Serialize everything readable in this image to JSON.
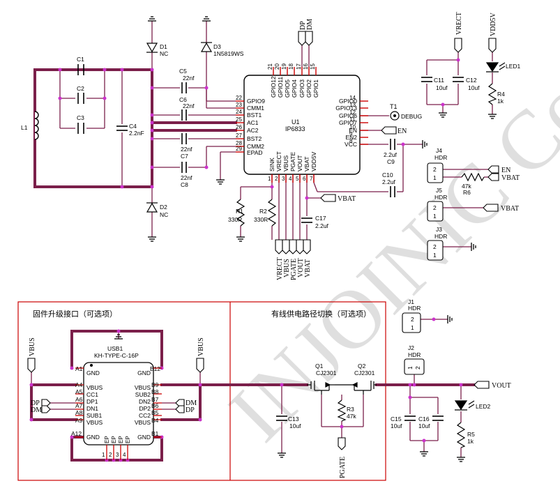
{
  "watermark": "INJOINIC Corp.",
  "colors": {
    "wire": "#7b1f4a",
    "thin": "#000000",
    "junction": "#cc33cc",
    "pin": "#cc0000",
    "border": "#cc0000",
    "ic_fill": "#ffffff"
  },
  "u1": {
    "ref": "U1",
    "part": "IP6833",
    "left_pins": [
      {
        "num": "22",
        "name": "GPIO9"
      },
      {
        "num": "23",
        "name": "CMM1"
      },
      {
        "num": "24",
        "name": "BST1"
      },
      {
        "num": "25",
        "name": "AC1"
      },
      {
        "num": "26",
        "name": "AC2"
      },
      {
        "num": "27",
        "name": "BST2"
      },
      {
        "num": "28",
        "name": "CMM2"
      },
      {
        "num": "29",
        "name": "EPAD"
      }
    ],
    "right_pins": [
      {
        "num": "14",
        "name": "GPIO0"
      },
      {
        "num": "13",
        "name": "GPIO13"
      },
      {
        "num": "12",
        "name": "GPIO6"
      },
      {
        "num": "11",
        "name": "GPIO7"
      },
      {
        "num": "10",
        "name": "EN"
      },
      {
        "num": "9",
        "name": "EN2"
      },
      {
        "num": "8",
        "name": "VCC"
      }
    ],
    "top_pins": [
      {
        "num": "21",
        "name": "GPIO12"
      },
      {
        "num": "20",
        "name": "GPIO11"
      },
      {
        "num": "19",
        "name": "GPIO5"
      },
      {
        "num": "18",
        "name": "GPIO4"
      },
      {
        "num": "17",
        "name": "GPIO3"
      },
      {
        "num": "16",
        "name": "GPIO2"
      },
      {
        "num": "15",
        "name": "GPIO1"
      }
    ],
    "bottom_pins": [
      {
        "num": "1",
        "name": "SINK"
      },
      {
        "num": "2",
        "name": "VRECT"
      },
      {
        "num": "3",
        "name": "VBUS"
      },
      {
        "num": "4",
        "name": "PGATE"
      },
      {
        "num": "5",
        "name": "VOUT"
      },
      {
        "num": "6",
        "name": "VBAT"
      },
      {
        "num": "7",
        "name": "VDD5V"
      }
    ]
  },
  "components": {
    "c1": {
      "ref": "C1"
    },
    "c2": {
      "ref": "C2"
    },
    "c3": {
      "ref": "C3"
    },
    "c4": {
      "ref": "C4",
      "value": "2.2nF"
    },
    "c5": {
      "ref": "C5",
      "value": "22nf"
    },
    "c6": {
      "ref": "C6",
      "value": "22nf"
    },
    "c7": {
      "ref": "C7",
      "value": "22nf"
    },
    "c8": {
      "ref": "C8",
      "value": "22nf"
    },
    "c9": {
      "ref": "C9",
      "value": "2.2uf"
    },
    "c10": {
      "ref": "C10",
      "value": "2.2uf"
    },
    "c11": {
      "ref": "C11",
      "value": "10uf"
    },
    "c12": {
      "ref": "C12",
      "value": "10uf"
    },
    "c13": {
      "ref": "C13",
      "value": "10uf"
    },
    "c15": {
      "ref": "C15",
      "value": "10uf"
    },
    "c16": {
      "ref": "C16",
      "value": "10uf"
    },
    "c17": {
      "ref": "C17",
      "value": "2.2uf"
    },
    "l1": {
      "ref": "L1"
    },
    "d1": {
      "ref": "D1",
      "value": "NC"
    },
    "d2": {
      "ref": "D2",
      "value": "NC"
    },
    "d3": {
      "ref": "D3",
      "value": "1N5819WS"
    },
    "r1": {
      "ref": "R1",
      "value": "330R"
    },
    "r2": {
      "ref": "R2",
      "value": "330R"
    },
    "r3": {
      "ref": "R3",
      "value": "47k"
    },
    "r4": {
      "ref": "R4",
      "value": "1k"
    },
    "r5": {
      "ref": "R5",
      "value": "1k"
    },
    "r6": {
      "ref": "R6",
      "value": "47k"
    },
    "led1": {
      "ref": "LED1"
    },
    "led2": {
      "ref": "LED2"
    },
    "t1": {
      "ref": "T1",
      "label": "DEBUG"
    },
    "q1": {
      "ref": "Q1",
      "part": "CJ2301"
    },
    "q2": {
      "ref": "Q2",
      "part": "CJ2301"
    },
    "j1": {
      "ref": "J1",
      "type": "HDR"
    },
    "j2": {
      "ref": "J2",
      "type": "HDR"
    },
    "j3": {
      "ref": "J3",
      "type": "HDR"
    },
    "j4": {
      "ref": "J4",
      "type": "HDR"
    },
    "j5": {
      "ref": "J5",
      "type": "HDR"
    }
  },
  "net_labels": {
    "dp": "DP",
    "dm": "DM",
    "vrect": "VRECT",
    "vdd5v": "VDD5V",
    "en": "EN",
    "vbat": "VBAT",
    "vbus": "VBUS",
    "pgate": "PGATE",
    "vout": "VOUT"
  },
  "usb": {
    "ref": "USB1",
    "part": "KH-TYPE-C-16P",
    "left_pins": [
      {
        "num": "A1",
        "name": "GND"
      },
      {
        "num": "A4",
        "name": "VBUS"
      },
      {
        "num": "A5",
        "name": "CC1"
      },
      {
        "num": "A6",
        "name": "DP1"
      },
      {
        "num": "A7",
        "name": "DN1"
      },
      {
        "num": "A8",
        "name": "SUB1"
      },
      {
        "num": "A9",
        "name": "VBUS"
      },
      {
        "num": "A12",
        "name": "GND"
      }
    ],
    "right_pins": [
      {
        "num": "B12",
        "name": "GND"
      },
      {
        "num": "B9",
        "name": "VBUS"
      },
      {
        "num": "B8",
        "name": "SUB2"
      },
      {
        "num": "B7",
        "name": "DN2"
      },
      {
        "num": "B6",
        "name": "DP2"
      },
      {
        "num": "B5",
        "name": "CC2"
      },
      {
        "num": "B4",
        "name": "VBUS"
      },
      {
        "num": "B1",
        "name": "GND"
      }
    ],
    "ep_pins": [
      "EP",
      "EP",
      "EP",
      "EP"
    ],
    "ep_nums": [
      "1",
      "2",
      "3",
      "4"
    ]
  },
  "sections": {
    "firmware": "固件升级接口（可选项）",
    "wired": "有线供电路径切换（可选项）"
  },
  "pin_numbers": {
    "one": "1",
    "two": "2"
  }
}
